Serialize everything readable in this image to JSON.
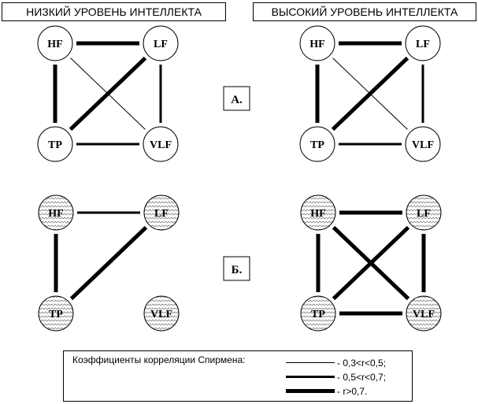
{
  "headers": {
    "left": "НИЗКИЙ УРОВЕНЬ ИНТЕЛЛЕКТА",
    "right": "ВЫСОКИЙ УРОВЕНЬ ИНТЕЛЛЕКТА"
  },
  "sections": {
    "a_label": "А.",
    "b_label": "Б."
  },
  "nodes": {
    "hf": "HF",
    "lf": "LF",
    "tp": "TP",
    "vlf": "VLF"
  },
  "diagrams": [
    {
      "section": "А",
      "group": "НИЗКИЙ УРОВЕНЬ ИНТЕЛЛЕКТА",
      "fill": "plain",
      "edges": [
        {
          "from": "HF",
          "to": "LF",
          "strength": "r>0,7"
        },
        {
          "from": "HF",
          "to": "TP",
          "strength": "r>0,7"
        },
        {
          "from": "LF",
          "to": "TP",
          "strength": "r>0,7"
        },
        {
          "from": "LF",
          "to": "VLF",
          "strength": "0,5<r<0,7"
        },
        {
          "from": "TP",
          "to": "VLF",
          "strength": "0,5<r<0,7"
        },
        {
          "from": "HF",
          "to": "VLF",
          "strength": "0,3<r<0,5"
        }
      ]
    },
    {
      "section": "А",
      "group": "ВЫСОКИЙ УРОВЕНЬ ИНТЕЛЛЕКТА",
      "fill": "plain",
      "edges": [
        {
          "from": "HF",
          "to": "LF",
          "strength": "r>0,7"
        },
        {
          "from": "HF",
          "to": "TP",
          "strength": "r>0,7"
        },
        {
          "from": "LF",
          "to": "TP",
          "strength": "r>0,7"
        },
        {
          "from": "LF",
          "to": "VLF",
          "strength": "0,5<r<0,7"
        },
        {
          "from": "TP",
          "to": "VLF",
          "strength": "0,5<r<0,7"
        },
        {
          "from": "HF",
          "to": "VLF",
          "strength": "0,3<r<0,5"
        }
      ]
    },
    {
      "section": "Б",
      "group": "НИЗКИЙ УРОВЕНЬ ИНТЕЛЛЕКТА",
      "fill": "hatched",
      "edges": [
        {
          "from": "HF",
          "to": "LF",
          "strength": "0,5<r<0,7"
        },
        {
          "from": "HF",
          "to": "TP",
          "strength": "r>0,7"
        },
        {
          "from": "LF",
          "to": "TP",
          "strength": "r>0,7"
        }
      ]
    },
    {
      "section": "Б",
      "group": "ВЫСОКИЙ УРОВЕНЬ ИНТЕЛЛЕКТА",
      "fill": "hatched",
      "edges": [
        {
          "from": "HF",
          "to": "LF",
          "strength": "r>0,7"
        },
        {
          "from": "HF",
          "to": "TP",
          "strength": "r>0,7"
        },
        {
          "from": "LF",
          "to": "VLF",
          "strength": "r>0,7"
        },
        {
          "from": "TP",
          "to": "VLF",
          "strength": "r>0,7"
        },
        {
          "from": "HF",
          "to": "VLF",
          "strength": "r>0,7"
        },
        {
          "from": "LF",
          "to": "TP",
          "strength": "r>0,7"
        }
      ]
    }
  ],
  "legend": {
    "title": "Коэффициенты корреляции Спирмена:",
    "items": [
      {
        "strength": "0,3<r<0,5",
        "label": "- 0,3<r<0,5;"
      },
      {
        "strength": "0,5<r<0,7",
        "label": "- 0,5<r<0,7;"
      },
      {
        "strength": "r>0,7",
        "label": "- r>0,7."
      }
    ]
  }
}
